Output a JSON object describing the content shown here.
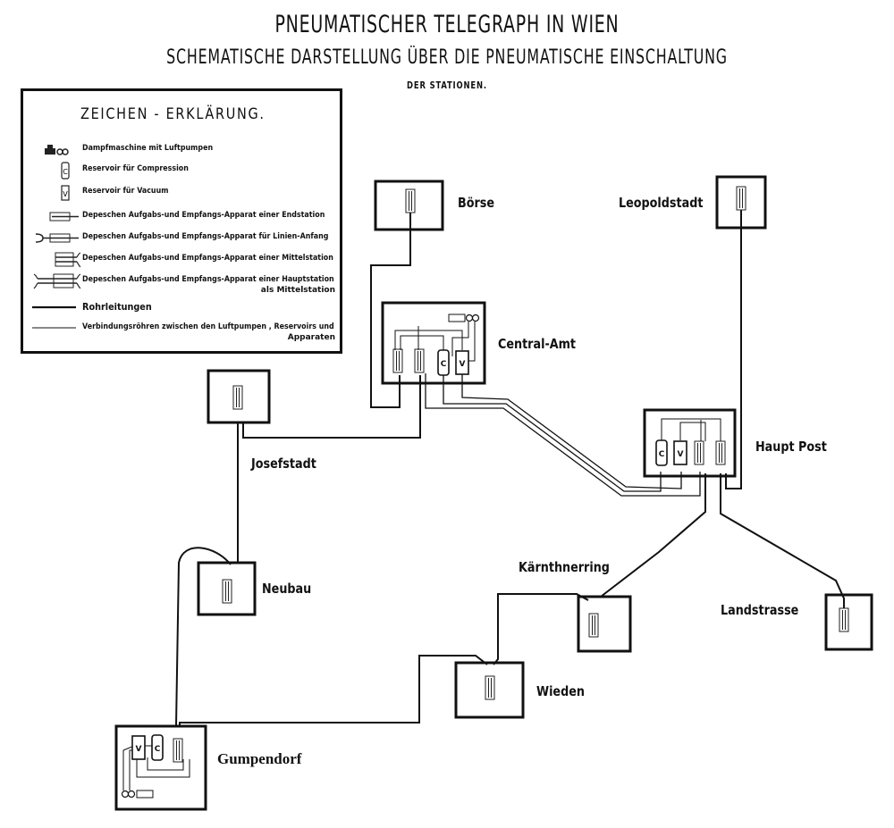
{
  "header": {
    "title": "PNEUMATISCHER TELEGRAPH  IN  WIEN",
    "subtitle": "SCHEMATISCHE  DARSTELLUNG ÜBER DIE PNEUMATISCHE  EINSCHALTUNG",
    "subtitle2": "DER STATIONEN."
  },
  "legend": {
    "title": "ZEICHEN - ERKLÄRUNG.",
    "items": [
      {
        "symbol": "steam-engine-air-pumps-icon",
        "label": "Dampfmaschine mit Luftpumpen"
      },
      {
        "symbol": "compression-reservoir-icon",
        "glyph": "C",
        "label": "Reservoir   für Compression"
      },
      {
        "symbol": "vacuum-reservoir-icon",
        "glyph": "V",
        "label": "Reservoir   für Vacuum"
      },
      {
        "symbol": "end-station-apparatus-icon",
        "label": "Depeschen Aufgabs-und Empfangs-Apparat einer Endstation"
      },
      {
        "symbol": "line-start-apparatus-icon",
        "label": "Depeschen Aufgabs-und Empfangs-Apparat für Linien-Anfang"
      },
      {
        "symbol": "intermediate-station-apparatus-icon",
        "label": "Depeschen Aufgabs-und Empfangs-Apparat einer Mittelstation"
      },
      {
        "symbol": "main-station-apparatus-icon",
        "label": "Depeschen Aufgabs-und Empfangs-Apparat einer Hauptstation",
        "label2": "als Mittelstation"
      },
      {
        "symbol": "thick-line-icon",
        "label": "Rohrleitungen"
      },
      {
        "symbol": "thin-line-icon",
        "label": "Verbindungsröhren zwischen den Luftpumpen , Reservoirs und",
        "label2": "Apparaten"
      }
    ]
  },
  "stations": {
    "boerse": {
      "name": "Börse"
    },
    "leopoldstadt": {
      "name": "Leopoldstadt"
    },
    "central_amt": {
      "name": "Central-Amt",
      "reservoirs": [
        "C",
        "V"
      ]
    },
    "haupt_post": {
      "name": "Haupt Post",
      "reservoirs": [
        "C",
        "V"
      ]
    },
    "josefstadt": {
      "name": "Josefstadt"
    },
    "neubau": {
      "name": "Neubau"
    },
    "kaernthnerring": {
      "name": "Kärnthnerring"
    },
    "landstrasse": {
      "name": "Landstrasse"
    },
    "wieden": {
      "name": "Wieden"
    },
    "gumpendorf": {
      "name": "Gumpendorf",
      "reservoirs": [
        "V",
        "C"
      ]
    }
  },
  "connections": [
    [
      "Börse",
      "Central-Amt"
    ],
    [
      "Central-Amt",
      "Josefstadt"
    ],
    [
      "Central-Amt",
      "Haupt Post"
    ],
    [
      "Leopoldstadt",
      "Haupt Post"
    ],
    [
      "Haupt Post",
      "Kärnthnerring"
    ],
    [
      "Haupt Post",
      "Landstrasse"
    ],
    [
      "Josefstadt",
      "Neubau"
    ],
    [
      "Neubau",
      "Gumpendorf"
    ],
    [
      "Gumpendorf",
      "Wieden"
    ],
    [
      "Wieden",
      "Kärnthnerring"
    ]
  ]
}
